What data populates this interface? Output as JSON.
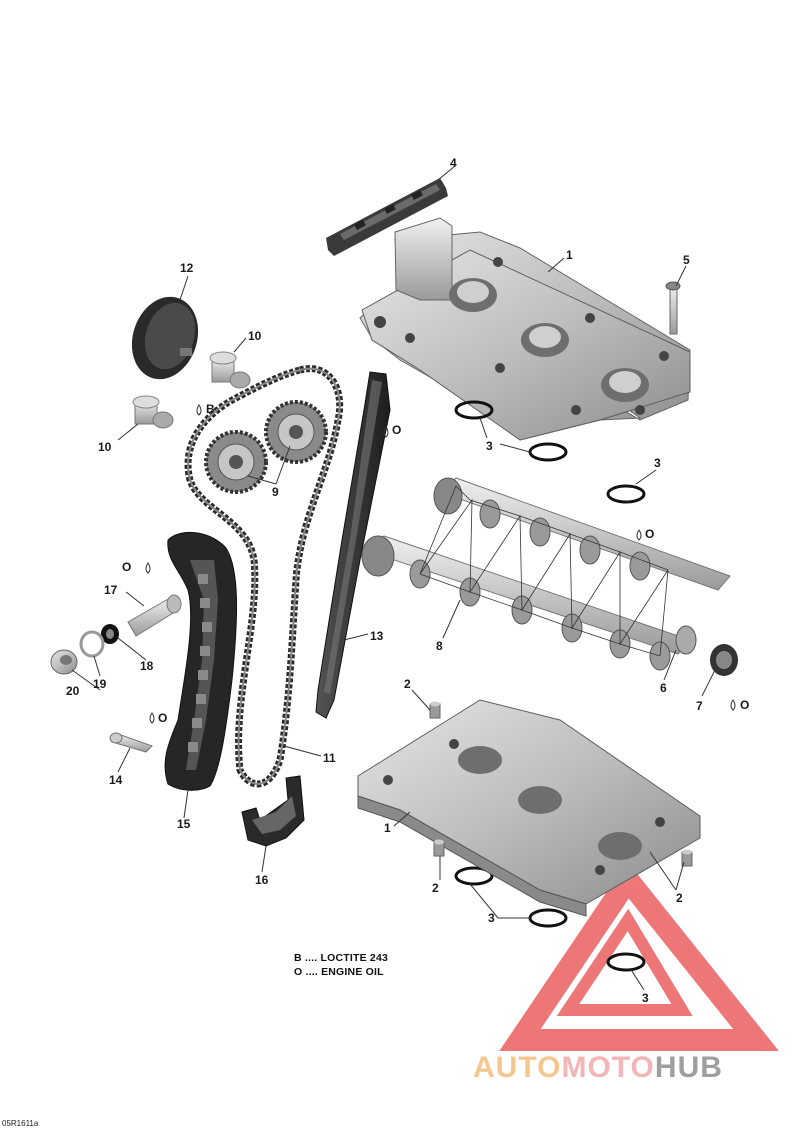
{
  "figure_id": "05R1611a",
  "legend": [
    {
      "key": "B",
      "text": "B .... LOCTITE 243"
    },
    {
      "key": "O",
      "text": "O .... ENGINE OIL"
    }
  ],
  "callouts": {
    "n1": "1",
    "n1b": "1",
    "n2a": "2",
    "n2b": "2",
    "n2c": "2",
    "n3a": "3",
    "n3b": "3",
    "n3c": "3",
    "n3d": "3",
    "n4": "4",
    "n5": "5",
    "n6": "6",
    "n7": "7",
    "n8": "8",
    "n9": "9",
    "n10a": "10",
    "n10b": "10",
    "n11": "11",
    "n12": "12",
    "n13": "13",
    "n14": "14",
    "n15": "15",
    "n16": "16",
    "n17": "17",
    "n18": "18",
    "n19": "19",
    "n20": "20"
  },
  "symbols": {
    "b": "B",
    "o1": "O",
    "o2": "O",
    "o3": "O",
    "o4": "O",
    "o5": "O"
  },
  "watermark": {
    "part1": "AUTO",
    "part2": "MOTO",
    "part3": "HUB",
    "colors": {
      "part1": "#f5c78e",
      "part2": "#f3b5b5",
      "part3": "#9e9e9e",
      "logo": "#e84a4a"
    }
  }
}
